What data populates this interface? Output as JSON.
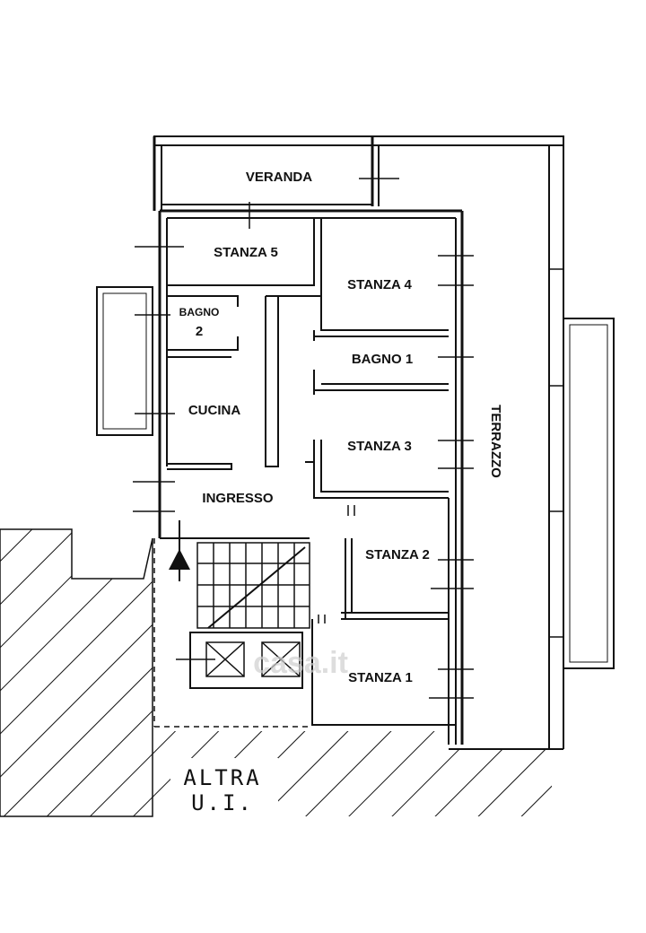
{
  "rooms": {
    "veranda": "VERANDA",
    "stanza5": "STANZA 5",
    "stanza4": "STANZA 4",
    "bagno2_line1": "BAGNO",
    "bagno2_line2": "2",
    "bagno1": "BAGNO 1",
    "cucina": "CUCINA",
    "stanza3": "STANZA 3",
    "ingresso": "INGRESSO",
    "terrazzo": "TERRAZZO",
    "stanza2": "STANZA 2",
    "stanza1": "STANZA 1"
  },
  "annotation": {
    "line1": "ALTRA",
    "line2": "U.I."
  },
  "watermark": "casa.it",
  "colors": {
    "ink": "#111111",
    "paper": "#ffffff"
  }
}
